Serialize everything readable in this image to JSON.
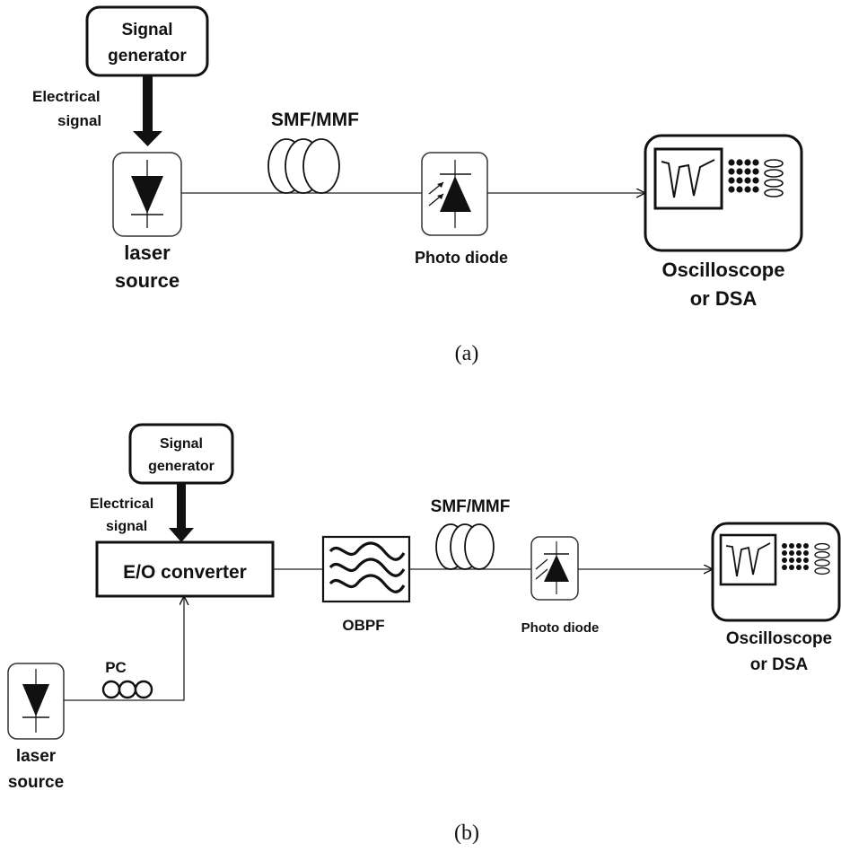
{
  "diagram_a": {
    "caption": "(a)",
    "signal_generator_line1": "Signal",
    "signal_generator_line2": "generator",
    "electrical_signal_line1": "Electrical",
    "electrical_signal_line2": "signal",
    "laser_line1": "laser",
    "laser_line2": "source",
    "fiber": "SMF/MMF",
    "photodiode": "Photo diode",
    "scope_line1": "Oscilloscope",
    "scope_line2": "or DSA"
  },
  "diagram_b": {
    "caption": "(b)",
    "signal_generator_line1": "Signal",
    "signal_generator_line2": "generator",
    "electrical_signal_line1": "Electrical",
    "electrical_signal_line2": "signal",
    "eo_converter": "E/O converter",
    "obpf": "OBPF",
    "fiber": "SMF/MMF",
    "photodiode": "Photo diode",
    "pc": "PC",
    "laser_line1": "laser",
    "laser_line2": "source",
    "scope_line1": "Oscilloscope",
    "scope_line2": "or DSA"
  }
}
